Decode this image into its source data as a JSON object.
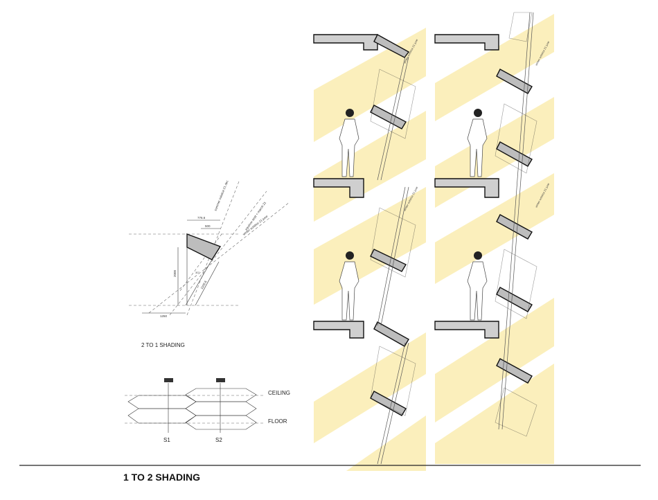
{
  "title": "1 TO 2 SHADING",
  "detail": {
    "caption": "2 TO 1 SHADING",
    "angle_labels": [
      "summer solstice 21 dec",
      "equinox sept + march 21",
      "winter solstice 21 june"
    ],
    "dimensions": [
      "776.6",
      "500",
      "2000",
      "1250",
      "1108.6"
    ],
    "angle_mark": "30°"
  },
  "plan": {
    "ceiling_label": "CEILING",
    "floor_label": "FLOOR",
    "section_labels": [
      "S1",
      "S2"
    ]
  },
  "section_annotations": {
    "winter": "winter solstice 21 june",
    "equinox": "equinox sept + march 21",
    "summer": "summer solstice 21 dec"
  },
  "colors": {
    "sun_band": "#fbeeb8",
    "slab": "#cfcfcf",
    "outline": "#111111"
  }
}
